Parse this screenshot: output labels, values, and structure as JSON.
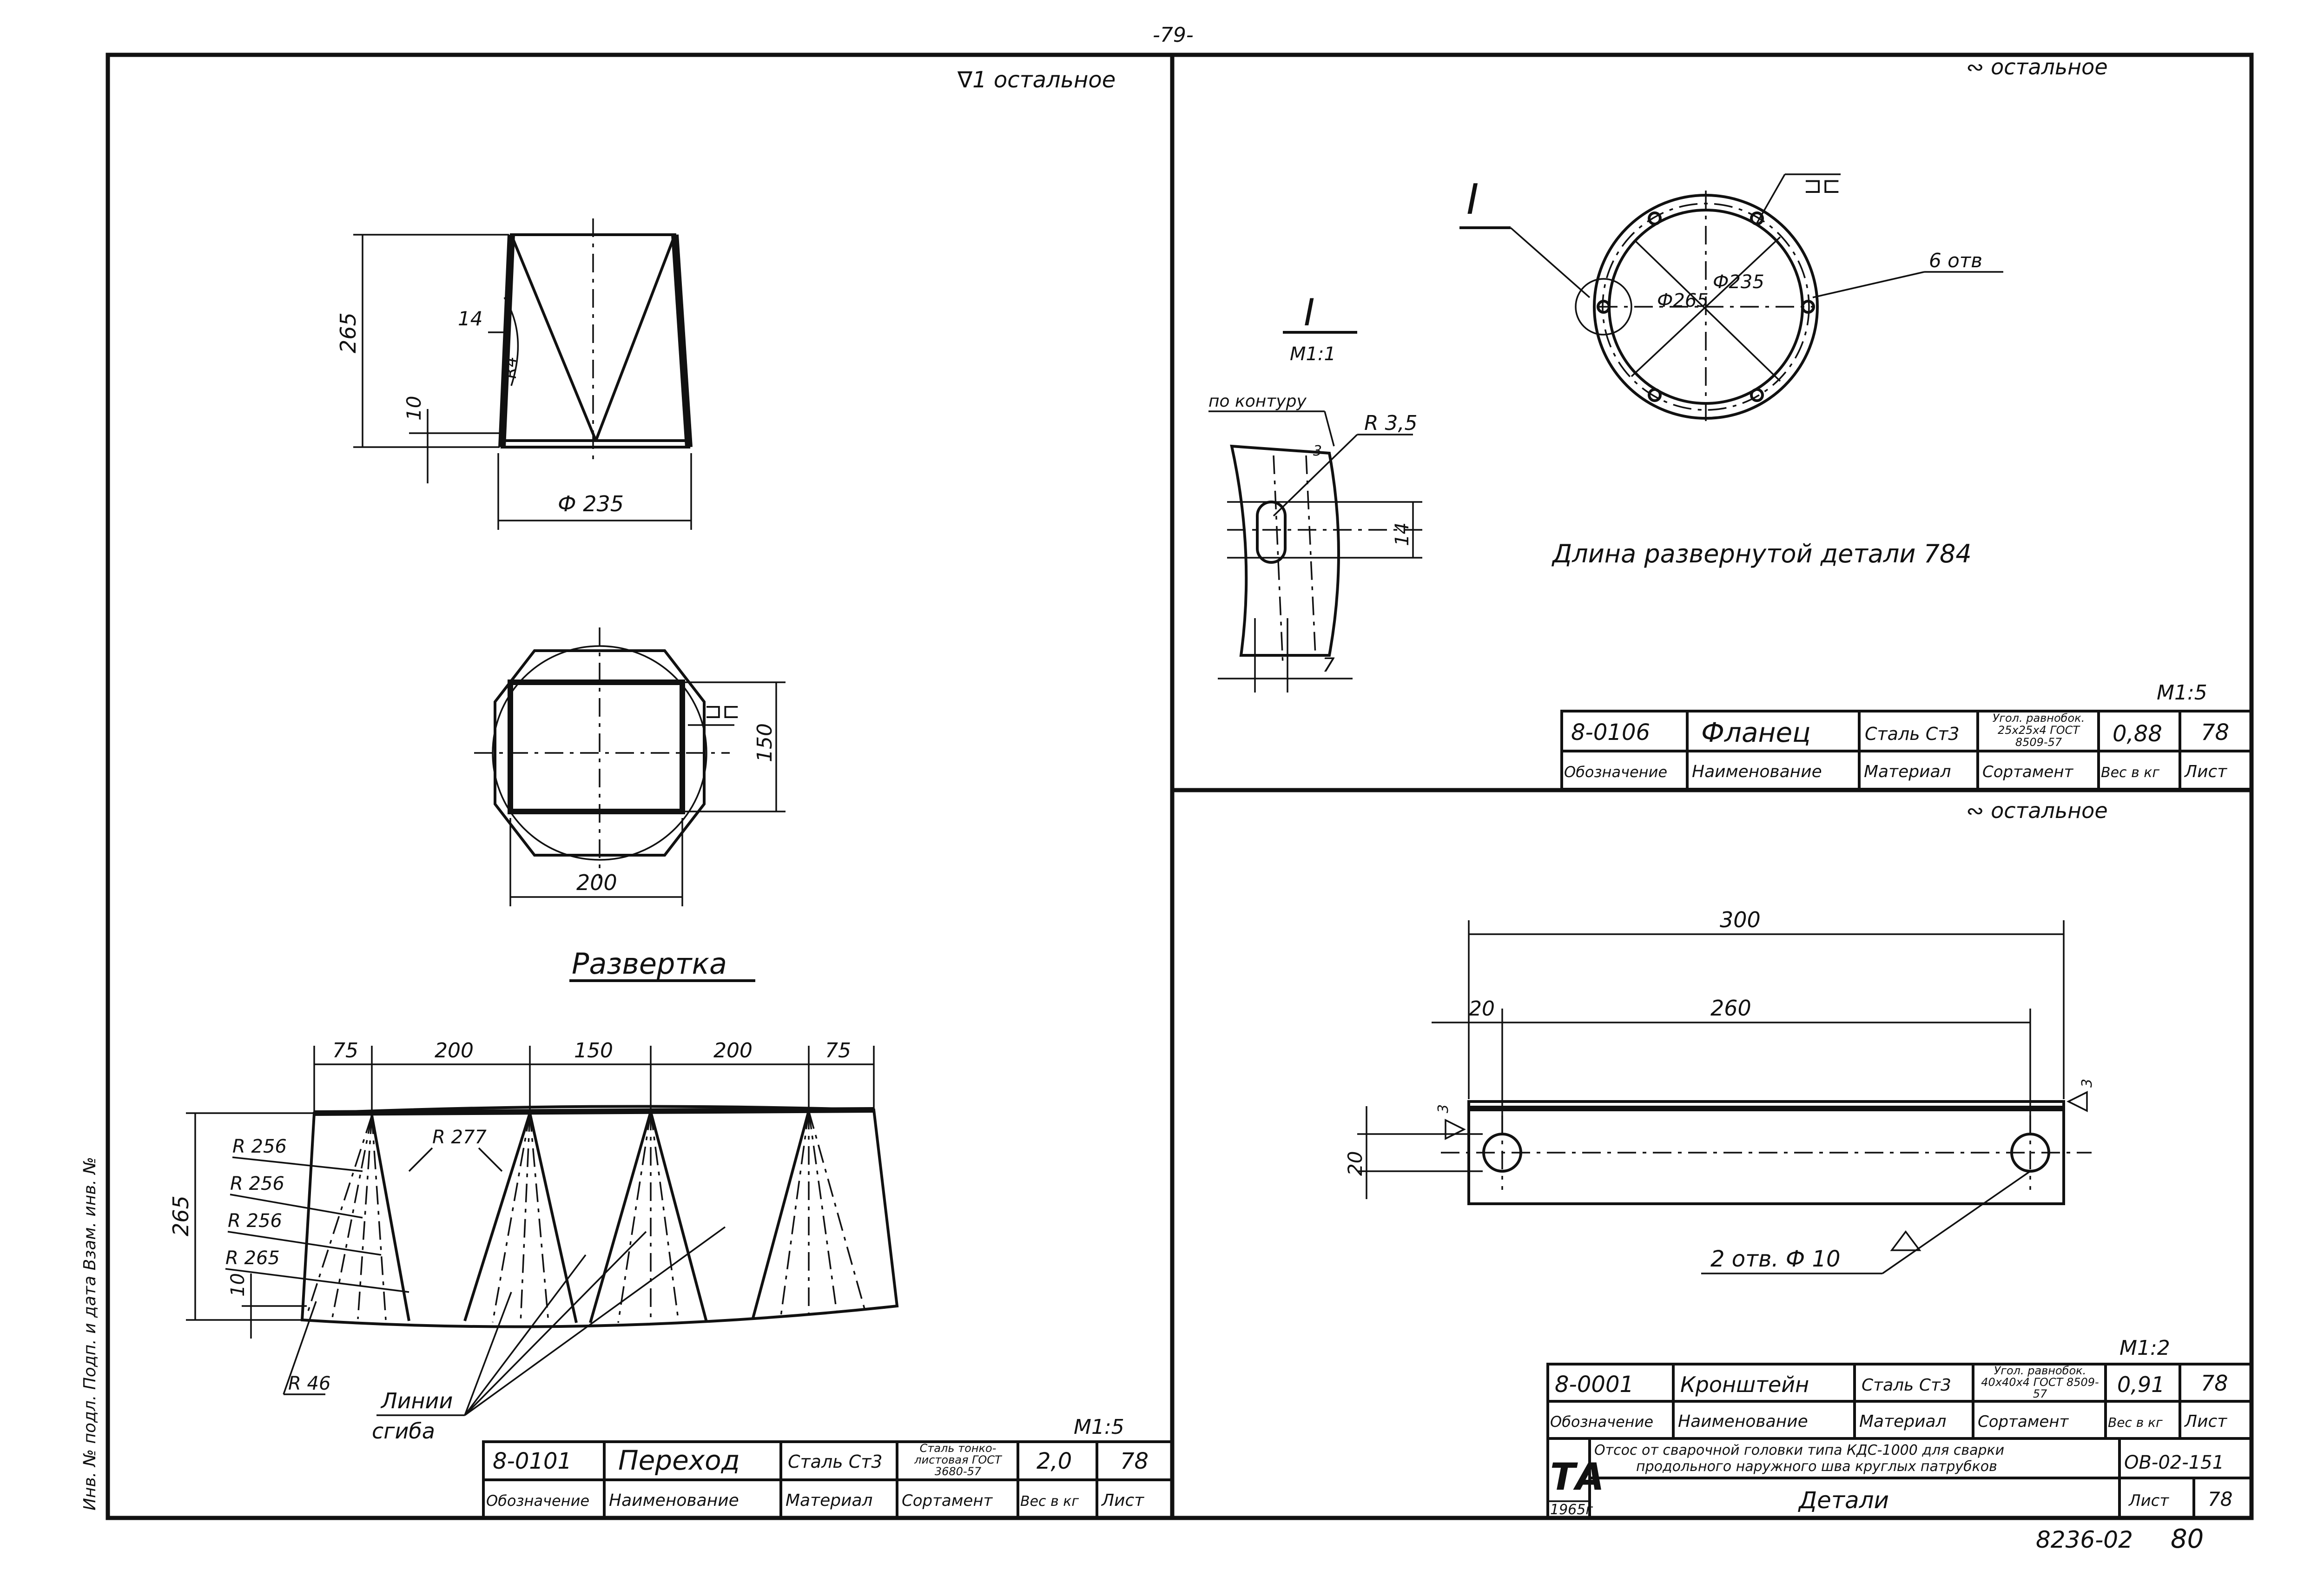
{
  "page_number_top": "-79-",
  "page_number_bottom": "80",
  "doc_code": "8236-02",
  "margin_stamp": "Инв. № подл.   Подп. и дата   Взам. инв. №",
  "left_panel": {
    "roughness": "∇1 остальное",
    "detail_dims": {
      "height": "265",
      "slot_gap": "14",
      "slot_r": "R4",
      "base": "10",
      "diameter": "Ф 235"
    },
    "top_view_dims": {
      "width": "200",
      "height": "150",
      "weld": "⊐⊏"
    },
    "development_title": "Развертка",
    "development_dims": {
      "a": "75",
      "b": "200",
      "c": "150",
      "d": "200",
      "e": "75",
      "height": "265",
      "base": "10"
    },
    "radii": [
      "R 256",
      "R 256",
      "R 256",
      "R 265",
      "R 277",
      "R 46"
    ],
    "fold_lines_label_1": "Линии",
    "fold_lines_label_2": "сгиба",
    "scale": "М1:5",
    "title_block": {
      "designation": "8-0101",
      "name": "Переход",
      "material": "Сталь Ст3",
      "assortment": "Сталь тонко-листовая ГОСТ 3680-57",
      "weight": "2,0",
      "sheet": "78",
      "headers": [
        "Обозначение",
        "Наименование",
        "Материал",
        "Сортамент",
        "Вес в кг",
        "Лист"
      ]
    }
  },
  "top_right_panel": {
    "roughness": "∾ остальное",
    "section_mark": "I",
    "section_scale": "М1:1",
    "contour_note": "по контуру",
    "slot_radius": "R 3,5",
    "slot_dim": "14",
    "slot_offset": "7",
    "weld_mark": "3",
    "ring_dims": {
      "outer": "Ф265",
      "inner": "Ф235",
      "holes": "6 отв",
      "weld": "⊐⊏"
    },
    "length_note": "Длина развернутой детали   784",
    "scale": "М1:5",
    "title_block": {
      "designation": "8-0106",
      "name": "Фланец",
      "material": "Сталь Ст3",
      "assortment": "Угол. равнобок. 25х25х4 ГОСТ 8509-57",
      "weight": "0,88",
      "sheet": "78",
      "headers": [
        "Обозначение",
        "Наименование",
        "Материал",
        "Сортамент",
        "Вес в кг",
        "Лист"
      ]
    }
  },
  "bottom_right_panel": {
    "roughness": "∾ остальное",
    "dims": {
      "overall": "300",
      "inner": "260",
      "edge": "20",
      "height": "20"
    },
    "holes_note": "2 отв. Ф 10",
    "weld_mark": "3",
    "scale": "М1:2",
    "title_block": {
      "designation": "8-0001",
      "name": "Кронштейн",
      "material": "Сталь Ст3",
      "assortment": "Угол. равнобок. 40х40х4 ГОСТ 8509-57",
      "weight": "0,91",
      "sheet": "78",
      "headers": [
        "Обозначение",
        "Наименование",
        "Материал",
        "Сортамент",
        "Вес в кг",
        "Лист"
      ]
    },
    "main_stamp": {
      "org": "ТА",
      "year": "1965г",
      "description_1": "Отсос от сварочной головки типа КДС-1000 для сварки",
      "description_2": "продольного наружного шва круглых патрубков",
      "code": "ОВ-02-151",
      "title": "Детали",
      "sheet_label": "Лист",
      "sheet": "78"
    }
  }
}
